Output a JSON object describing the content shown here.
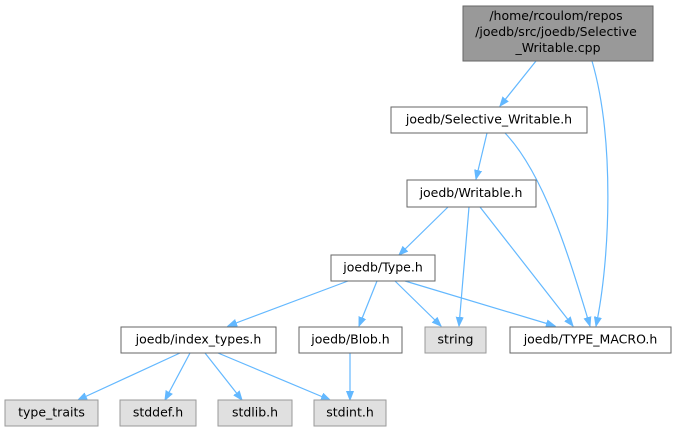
{
  "colors": {
    "root_fill": "#999999",
    "normal_fill": "#ffffff",
    "system_fill": "#e0e0e0",
    "normal_stroke": "#666666",
    "system_stroke": "#999999",
    "root_stroke": "#666666",
    "edge": "#63b8ff"
  },
  "graph": {
    "root": {
      "lines": [
        "/home/rcoulom/repos",
        "/joedb/src/joedb/Selective",
        "_Writable.cpp"
      ]
    },
    "selective_writable_h": {
      "label": "joedb/Selective_Writable.h"
    },
    "writable_h": {
      "label": "joedb/Writable.h"
    },
    "type_h": {
      "label": "joedb/Type.h"
    },
    "index_types_h": {
      "label": "joedb/index_types.h"
    },
    "blob_h": {
      "label": "joedb/Blob.h"
    },
    "string": {
      "label": "string"
    },
    "type_macro_h": {
      "label": "joedb/TYPE_MACRO.h"
    },
    "type_traits": {
      "label": "type_traits"
    },
    "stddef_h": {
      "label": "stddef.h"
    },
    "stdlib_h": {
      "label": "stdlib.h"
    },
    "stdint_h": {
      "label": "stdint.h"
    }
  }
}
